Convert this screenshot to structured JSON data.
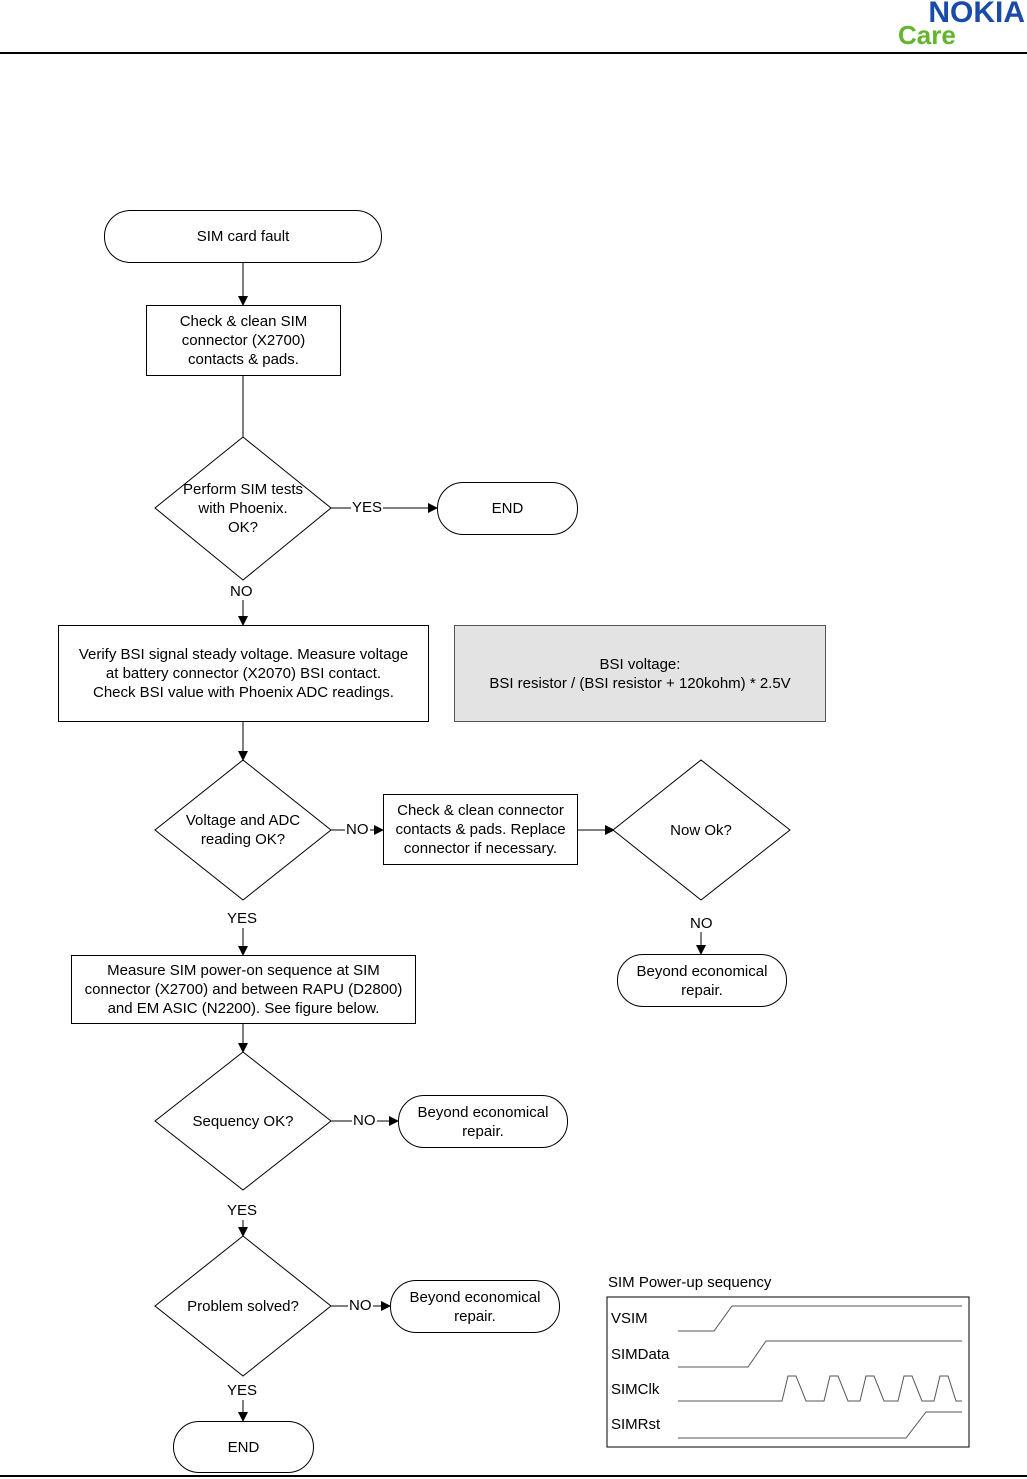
{
  "header": {
    "logo_word": "NOKIA",
    "logo_sub": "Care",
    "brand_color": "#1b4ba8",
    "sub_color": "#63b52e"
  },
  "flowchart": {
    "start": "SIM card fault",
    "step_clean_sim": "Check & clean SIM\nconnector (X2700)\ncontacts & pads.",
    "dec_sim_tests": "Perform SIM tests\nwith Phoenix.\nOK?",
    "end_top": "END",
    "step_verify_bsi": "Verify BSI signal steady voltage. Measure voltage\nat battery connector (X2070) BSI contact.\nCheck BSI value with Phoenix ADC readings.",
    "note_bsi": "BSI voltage:\nBSI resistor / (BSI resistor + 120kohm) * 2.5V",
    "dec_voltage": "Voltage and ADC\nreading OK?",
    "step_clean_connector": "Check & clean connector\ncontacts & pads. Replace\nconnector if necessary.",
    "dec_now_ok": "Now Ok?",
    "ber_1": "Beyond economical\nrepair.",
    "step_measure_seq": "Measure SIM power-on sequence at SIM\nconnector (X2700) and between RAPU (D2800)\nand EM ASIC (N2200). See figure below.",
    "dec_sequency": "Sequency OK?",
    "ber_2": "Beyond economical\nrepair.",
    "dec_solved": "Problem solved?",
    "ber_3": "Beyond economical\nrepair.",
    "end_bottom": "END",
    "edges": {
      "yes": "YES",
      "no": "NO"
    }
  },
  "sequence": {
    "title": "SIM Power-up sequency",
    "signals": [
      "VSIM",
      "SIMData",
      "SIMClk",
      "SIMRst"
    ]
  }
}
